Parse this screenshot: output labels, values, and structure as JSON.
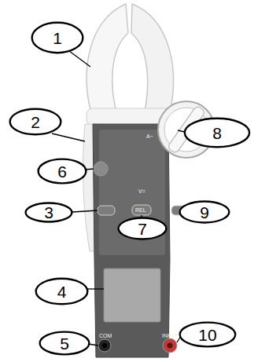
{
  "diagram": {
    "nodes": [
      {
        "text": [
          "1"
        ]
      },
      {
        "text": [
          "2"
        ]
      },
      {
        "text": [
          "8"
        ]
      },
      {
        "text": [
          "6"
        ]
      },
      {
        "text": [
          "3"
        ]
      },
      {
        "text": [
          "9"
        ]
      },
      {
        "text": [
          "7"
        ]
      },
      {
        "text": [
          "4"
        ]
      },
      {
        "text": [
          "5"
        ]
      },
      {
        "text": [
          "10"
        ]
      }
    ],
    "labels": [
      "A~",
      "V=",
      "REL",
      "COM",
      "INPUT"
    ]
  }
}
